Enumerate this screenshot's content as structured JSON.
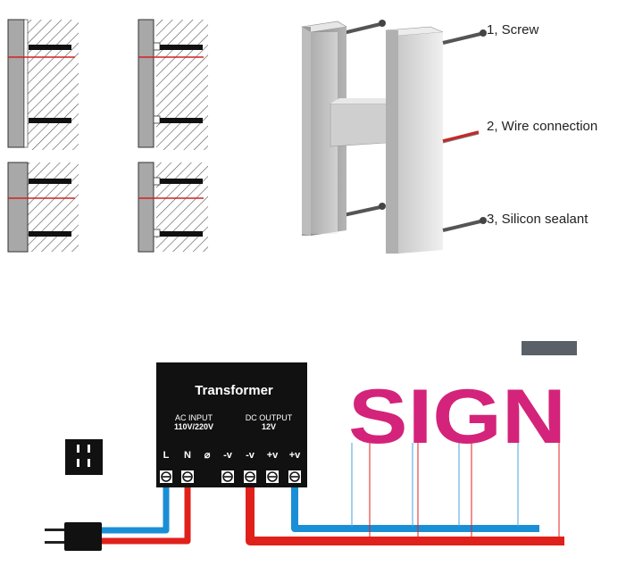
{
  "callouts": {
    "screw": "1, Screw",
    "wire": "2, Wire connection",
    "sealant": "3, Silicon sealant"
  },
  "transformer": {
    "title": "Transformer",
    "ac_title": "AC INPUT",
    "ac_sub": "110V/220V",
    "dc_title": "DC OUTPUT",
    "dc_sub": "12V"
  },
  "terminals": [
    "L",
    "N",
    "⌀",
    "-v",
    "-v",
    "+v",
    "+v"
  ],
  "sign_text": "SIGN",
  "colors": {
    "sign": "#d4237a",
    "transformer": "#111111",
    "wire_positive": "#1a8fd6",
    "wire_negative": "#e0201a",
    "hatch": "#444444",
    "panel": "#a8a8a8",
    "bar": "#5a6068"
  }
}
